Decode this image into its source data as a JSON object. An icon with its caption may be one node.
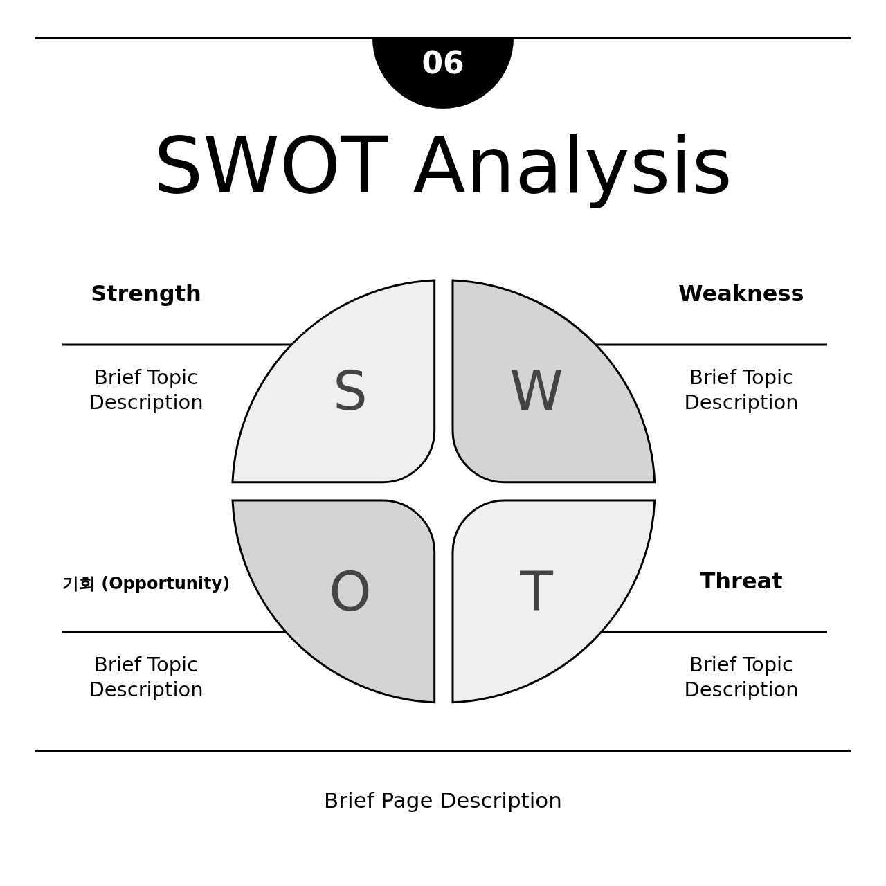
{
  "diagram": {
    "title": "SWOT Analysis",
    "caption": "Brief Page Description",
    "nodes": [
      {
        "text": [
          "06"
        ]
      },
      {
        "text": [
          "S"
        ],
        "beside": [
          "Strength",
          "Brief Topic Description"
        ]
      },
      {
        "text": [
          "W"
        ],
        "beside": [
          "Weakness",
          "Brief Topic Description"
        ]
      },
      {
        "text": [
          "O"
        ],
        "beside": [
          "기회 (Opportunity)",
          "Brief Topic Description"
        ]
      },
      {
        "text": [
          "T"
        ],
        "beside": [
          "Threat",
          "Brief Topic Description"
        ]
      }
    ]
  }
}
